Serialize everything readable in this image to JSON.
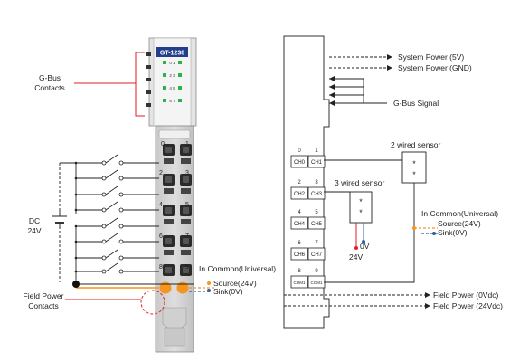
{
  "left_panel": {
    "module_label": "GT-1238",
    "led_labels": [
      "0 1",
      "2 3",
      "4 5",
      "6 7"
    ],
    "terminal_numbers": [
      "0",
      "1",
      "2",
      "3",
      "4",
      "5",
      "6",
      "7",
      "8",
      "9"
    ],
    "gbus_contacts_label": [
      "G-Bus",
      "Contacts"
    ],
    "dc_label": [
      "DC",
      "24V"
    ],
    "field_power_label": [
      "Field Power",
      "Contacts"
    ],
    "in_common_label": "In Common(Universal)",
    "source_label": "Source(24V)",
    "sink_label": "Sink(0V)"
  },
  "right_panel": {
    "channels": [
      {
        "num": "0",
        "name": "CH0"
      },
      {
        "num": "1",
        "name": "CH1"
      },
      {
        "num": "2",
        "name": "CH2"
      },
      {
        "num": "3",
        "name": "CH3"
      },
      {
        "num": "4",
        "name": "CH4"
      },
      {
        "num": "5",
        "name": "CH5"
      },
      {
        "num": "6",
        "name": "CH6"
      },
      {
        "num": "7",
        "name": "CH7"
      },
      {
        "num": "8",
        "name": "COM1"
      },
      {
        "num": "9",
        "name": "COM1"
      }
    ],
    "system_power_5v": "System Power (5V)",
    "system_power_gnd": "System Power (GND)",
    "gbus_signal": "G-Bus Signal",
    "two_wire_sensor": "2 wired sensor",
    "three_wire_sensor": "3 wired sensor",
    "v0": "0V",
    "v24": "24V",
    "in_common_label": "In Common(Universal)",
    "source_label": "Source(24V)",
    "sink_label": "Sink(0V)",
    "field_power_0v": "Field Power (0Vdc)",
    "field_power_24v": "Field Power (24Vdc)"
  },
  "colors": {
    "red": "#e21f26",
    "orange": "#f7941d",
    "blue": "#2e5ea8",
    "green": "#2db24a",
    "module_gray": "#bdbdbd"
  }
}
